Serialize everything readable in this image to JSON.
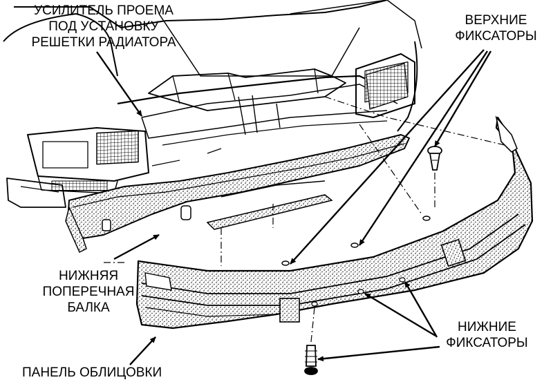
{
  "labels": {
    "reinforcement": [
      "УСИЛИТЕЛЬ ПРОЕМА",
      "ПОД УСТАНОВКУ",
      "РЕШЕТКИ РАДИАТОРА"
    ],
    "upper_clips": [
      "ВЕРХНИЕ",
      "ФИКСАТОРЫ"
    ],
    "lower_beam": [
      "НИЖНЯЯ",
      "ПОПЕРЕЧНАЯ",
      "БАЛКА"
    ],
    "lower_clips": [
      "НИЖНИЕ",
      "ФИКСАТОРЫ"
    ],
    "fascia_panel": "ПАНЕЛЬ ОБЛИЦОВКИ"
  }
}
